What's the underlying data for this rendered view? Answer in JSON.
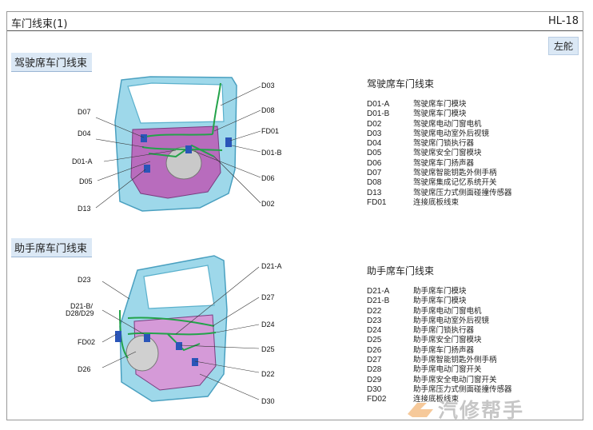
{
  "header": {
    "title": "车门线束(1)",
    "code": "HL-18"
  },
  "badge": "左舵",
  "driver": {
    "section_title": "驾驶席车门线束",
    "labels": [
      "D03",
      "D07",
      "D08",
      "D04",
      "FD01",
      "D01-B",
      "D01-A",
      "D05",
      "D06",
      "D13",
      "D02"
    ],
    "legend_title": "驾驶席车门线束",
    "legend": [
      {
        "code": "D01-A",
        "desc": "驾驶席车门模块"
      },
      {
        "code": "D01-B",
        "desc": "驾驶席车门模块"
      },
      {
        "code": "D02",
        "desc": "驾驶席电动门窗电机"
      },
      {
        "code": "D03",
        "desc": "驾驶席电动室外后视镜"
      },
      {
        "code": "D04",
        "desc": "驾驶席门锁执行器"
      },
      {
        "code": "D05",
        "desc": "驾驶席安全门窗模块"
      },
      {
        "code": "D06",
        "desc": "驾驶席车门扬声器"
      },
      {
        "code": "D07",
        "desc": "驾驶席智能钥匙外侧手柄"
      },
      {
        "code": "D08",
        "desc": "驾驶席集成记忆系统开关"
      },
      {
        "code": "D13",
        "desc": "驾驶席压力式侧面碰撞传感器"
      },
      {
        "code": "FD01",
        "desc": "连接底板线束"
      }
    ]
  },
  "passenger": {
    "section_title": "助手席车门线束",
    "labels": [
      "D21-A",
      "D23",
      "D27",
      "D21-B/",
      "D28/D29",
      "D24",
      "FD02",
      "D25",
      "D26",
      "D22",
      "D30"
    ],
    "legend_title": "助手席车门线束",
    "legend": [
      {
        "code": "D21-A",
        "desc": "助手席车门模块"
      },
      {
        "code": "D21-B",
        "desc": "助手席车门模块"
      },
      {
        "code": "D22",
        "desc": "助手席电动门窗电机"
      },
      {
        "code": "D23",
        "desc": "助手席电动室外后视镜"
      },
      {
        "code": "D24",
        "desc": "助手席门锁执行器"
      },
      {
        "code": "D25",
        "desc": "助手席安全门窗模块"
      },
      {
        "code": "D26",
        "desc": "助手席车门扬声器"
      },
      {
        "code": "D27",
        "desc": "助手席智能钥匙外侧手柄"
      },
      {
        "code": "D28",
        "desc": "助手席电动门窗开关"
      },
      {
        "code": "D29",
        "desc": "助手席安全电动门窗开关"
      },
      {
        "code": "D30",
        "desc": "助手席压力式侧面碰撞传感器"
      },
      {
        "code": "FD02",
        "desc": "连接底板线束"
      }
    ]
  },
  "watermark": "汽修帮手"
}
